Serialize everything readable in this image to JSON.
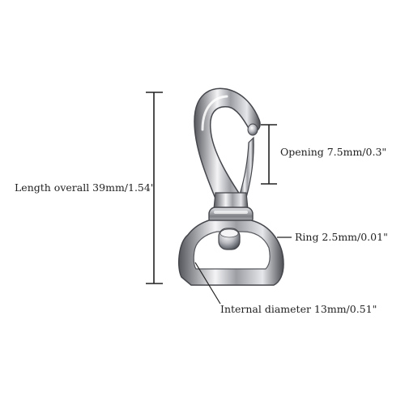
{
  "labels": {
    "length": "Length overall  39mm/1.54\"",
    "opening": "Opening 7.5mm/0.3\"",
    "ring": "Ring   2.5mm/0.01\"",
    "internal_diameter": "Internal diameter  13mm/0.51\""
  },
  "colors": {
    "background": "#ffffff",
    "dimension_line": "#222222",
    "metal_light": "#f2f2f4",
    "metal_mid": "#a9abb0",
    "metal_dark": "#4a4c52"
  }
}
